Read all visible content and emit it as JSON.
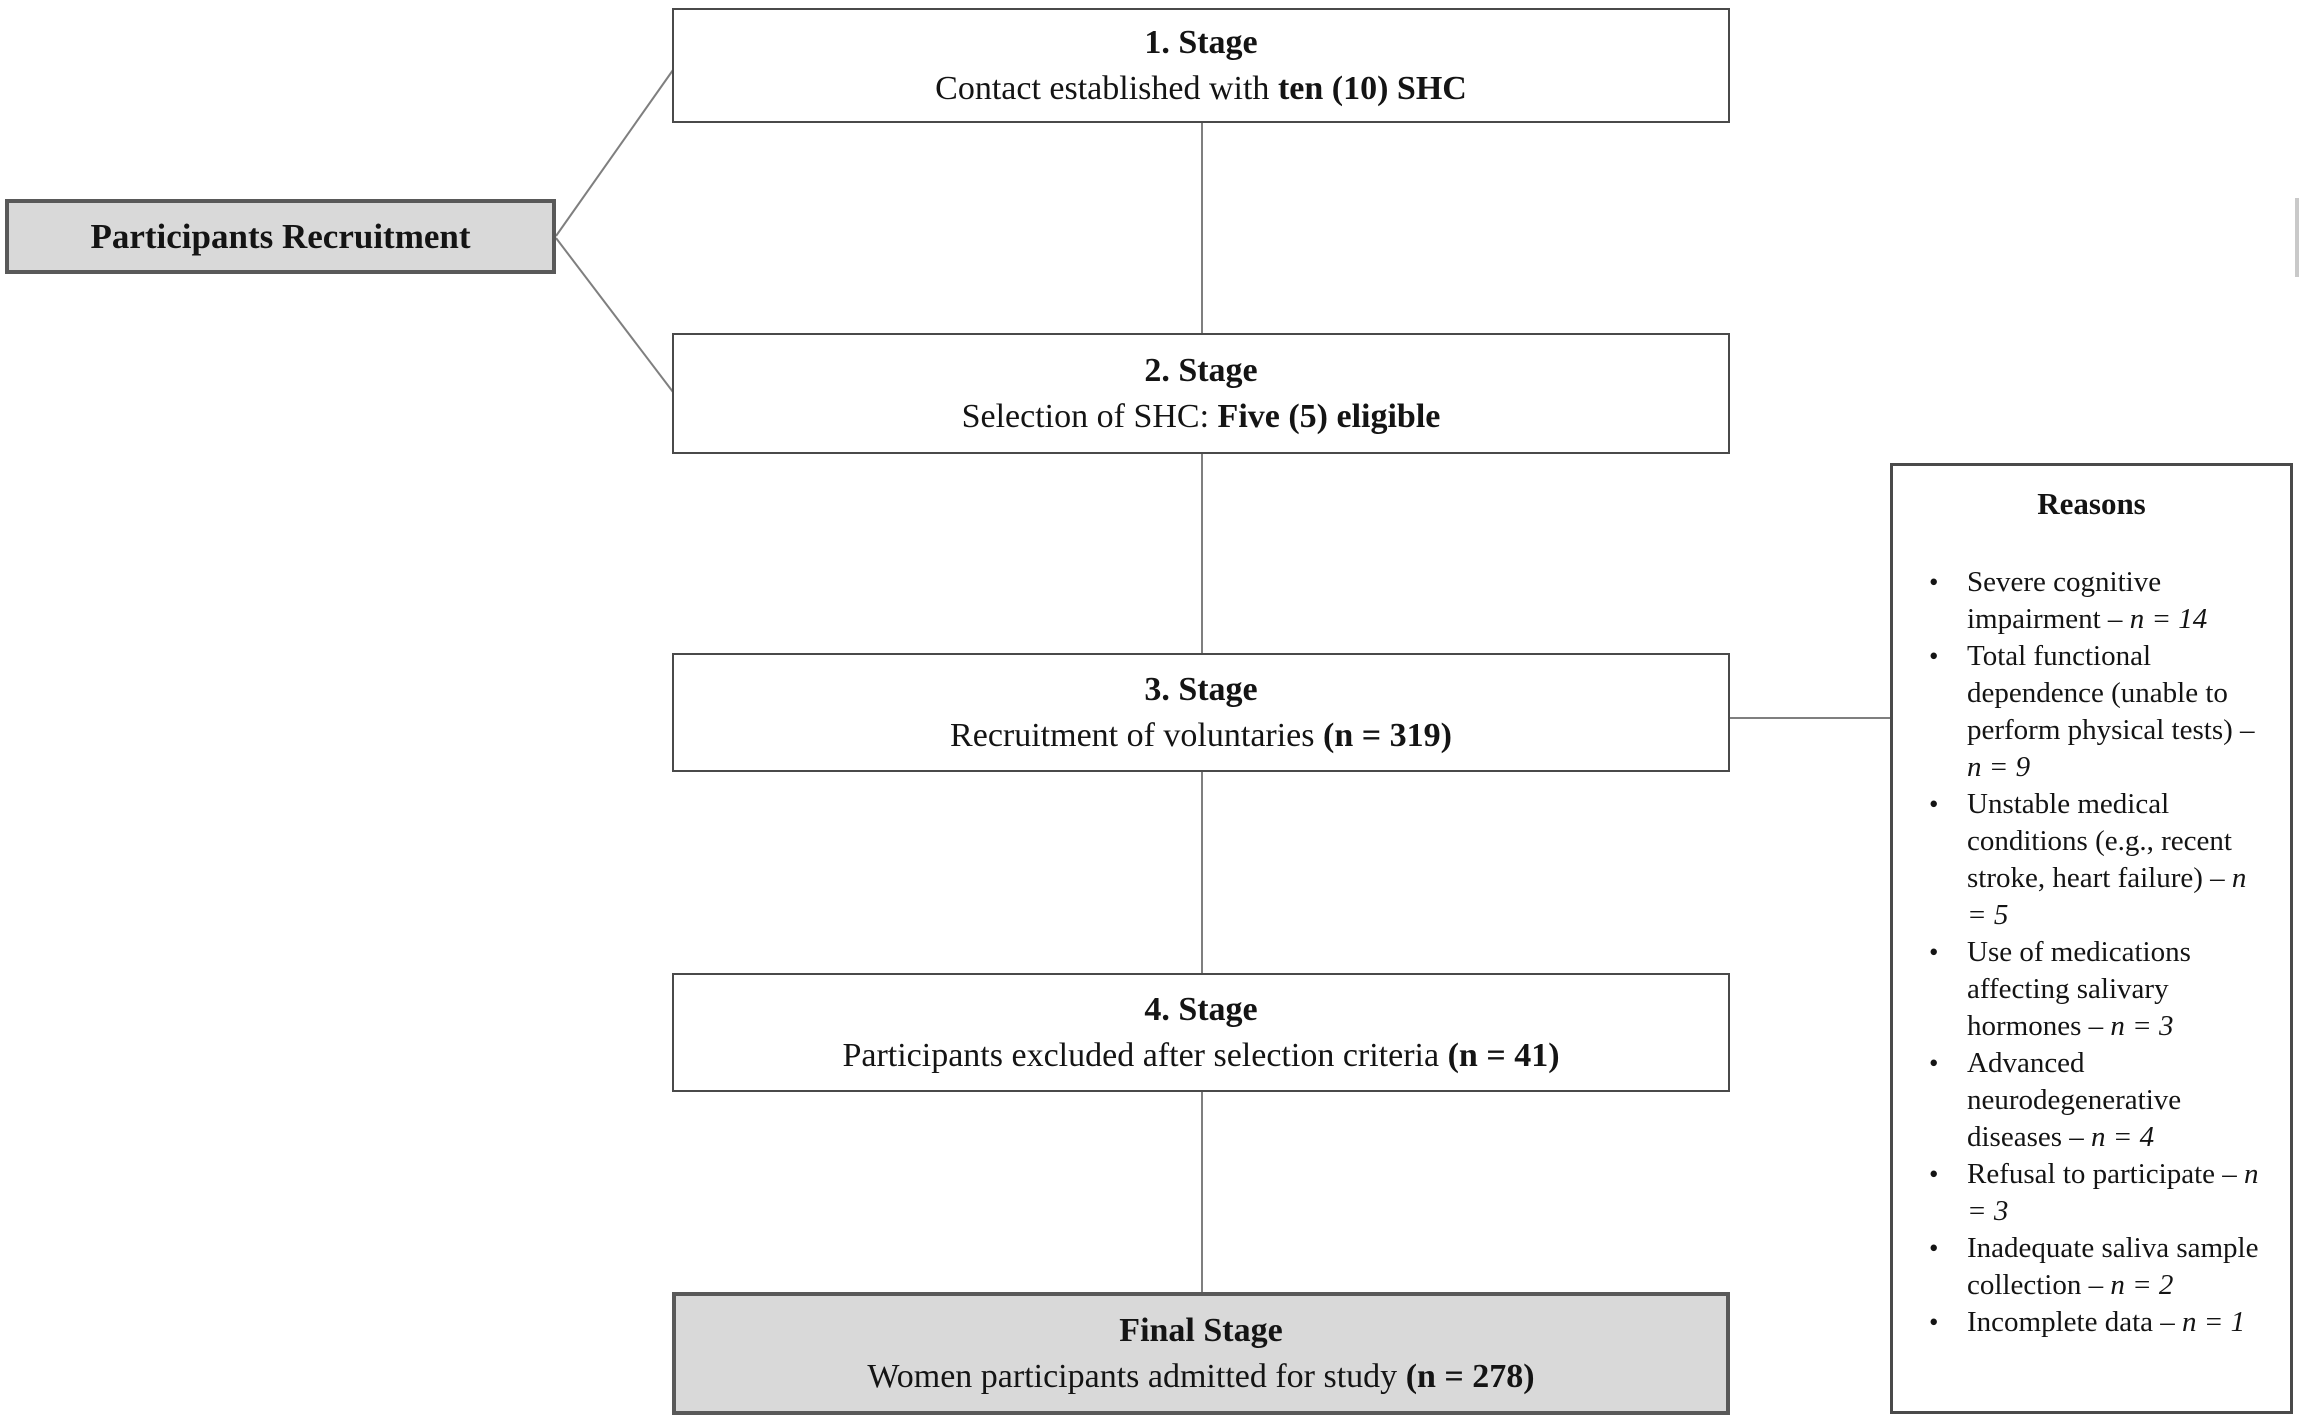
{
  "label_box": "Participants Recruitment",
  "stages": [
    {
      "heading": "1. Stage",
      "body_prefix": "Contact established with ",
      "body_bold": "ten (10) SHC"
    },
    {
      "heading": "2. Stage",
      "body_prefix": "Selection of SHC: ",
      "body_bold": "Five (5) eligible"
    },
    {
      "heading": "3. Stage",
      "body_prefix": "Recruitment of voluntaries ",
      "body_bold": "(n = 319)"
    },
    {
      "heading": "4. Stage",
      "body_prefix": "Participants excluded after selection criteria ",
      "body_bold": "(n = 41)"
    },
    {
      "heading": "Final Stage",
      "body_prefix": "Women participants admitted for study ",
      "body_bold": "(n = 278)"
    }
  ],
  "reasons": {
    "title": "Reasons",
    "items": [
      {
        "text": "Severe cognitive impairment – ",
        "n": "n = 14"
      },
      {
        "text": "Total functional dependence (unable to perform physical tests) – ",
        "n": "n = 9"
      },
      {
        "text": "Unstable medical conditions (e.g., recent stroke, heart failure) – ",
        "n": "n = 5"
      },
      {
        "text": "Use of medications affecting salivary hormones – ",
        "n": "n = 3"
      },
      {
        "text": "Advanced neurodegenerative diseases – ",
        "n": "n = 4"
      },
      {
        "text": "Refusal to participate – ",
        "n": "n = 3"
      },
      {
        "text": "Inadequate saliva sample collection – ",
        "n": "n = 2"
      },
      {
        "text": "Incomplete data – ",
        "n": "n = 1"
      }
    ]
  },
  "colors": {
    "gray_box_fill": "#d9d9d9",
    "box_border": "#4a4a4a",
    "connector": "#7f7f7f",
    "text": "#141414"
  }
}
